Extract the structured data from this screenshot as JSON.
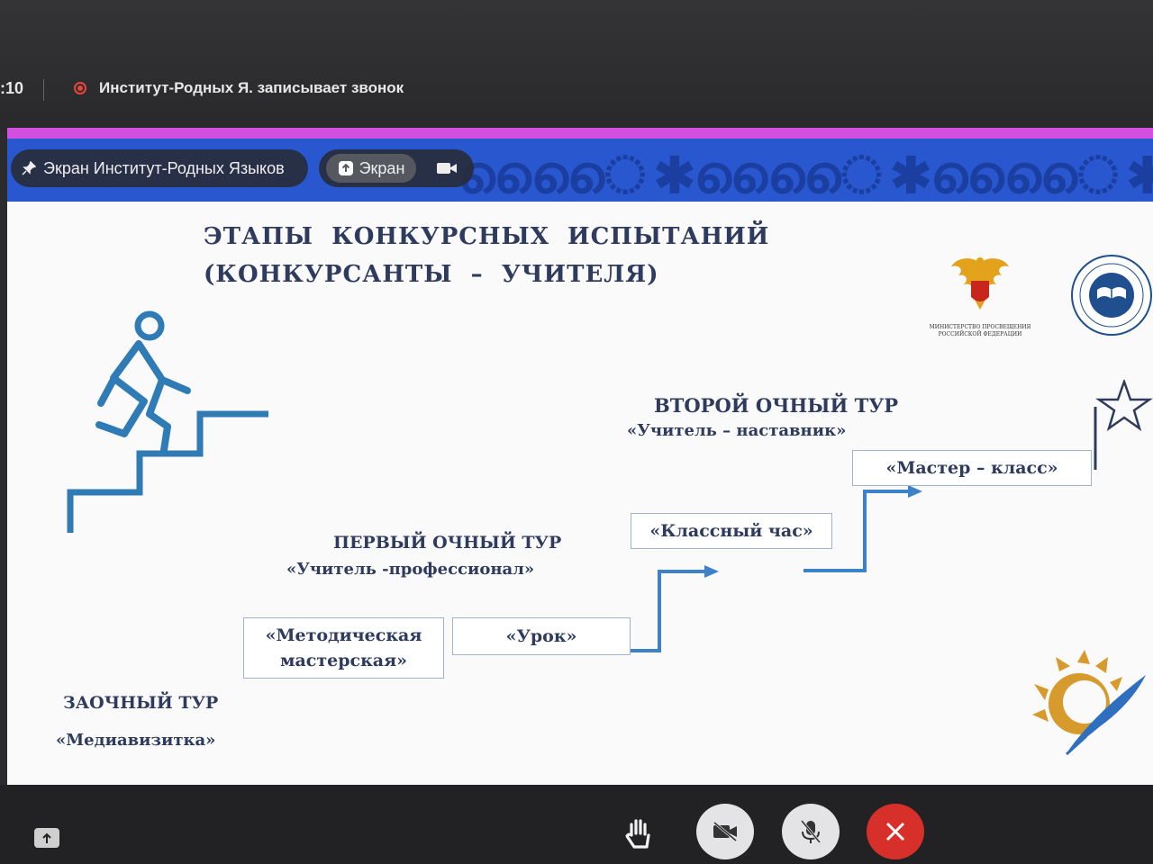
{
  "call": {
    "clock": ":10",
    "recording_text": "Институт-Родных Я. записывает звонок"
  },
  "share_bar": {
    "presenter_label": "Экран Институт-Родных Языков",
    "screen_button": "Экран"
  },
  "slide": {
    "title_line1": "ЭТАПЫ  КОНКУРСНЫХ  ИСПЫТАНИЙ",
    "title_line2": "(КОНКУРСАНТЫ  –  УЧИТЕЛЯ)",
    "ministry_caption": "МИНИСТЕРСТВО ПРОСВЕЩЕНИЯ РОССИЙСКОЙ ФЕДЕРАЦИИ",
    "stages": {
      "zaochny_title": "ЗАОЧНЫЙ  ТУР",
      "zaochny_item": "«Медиавизитка»",
      "first_title": "ПЕРВЫЙ  ОЧНЫЙ  ТУР",
      "first_subtitle": "«Учитель  -профессионал»",
      "box_metod_line1": "«Методическая",
      "box_metod_line2": "мастерская»",
      "box_urok": "«Урок»",
      "box_klass": "«Классный час»",
      "second_title": "ВТОРОЙ ОЧНЫЙ ТУР",
      "second_subtitle": "«Учитель  –  наставник»",
      "box_master": "«Мастер  –  класс»"
    }
  },
  "colors": {
    "banner_blue": "#2857cf",
    "banner_pink": "#d34fe0",
    "slide_text": "#2e3b5e",
    "arrow_blue": "#3d82c8",
    "stairs_blue": "#2f7bb5",
    "end_call_red": "#d7302a"
  },
  "icons": [
    "pin-icon",
    "share-screen-icon",
    "camera-icon",
    "hand-icon",
    "camera-off-icon",
    "mic-off-icon",
    "close-icon",
    "upload-icon"
  ]
}
